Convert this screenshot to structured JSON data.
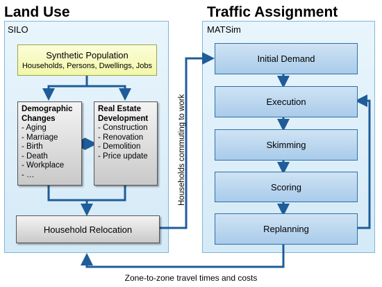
{
  "land_use": {
    "title": "Land Use",
    "panel_label": "SILO",
    "synthetic_population": {
      "title": "Synthetic Population",
      "subtitle": "Households, Persons, Dwellings, Jobs"
    },
    "demographic": {
      "head": [
        "Demographic",
        "Changes"
      ],
      "items": [
        "- Aging",
        "- Marriage",
        "- Birth",
        "- Death",
        "- Workplace",
        "- …"
      ]
    },
    "real_estate": {
      "head": [
        "Real Estate",
        "Development"
      ],
      "items": [
        "- Construction",
        "- Renovation",
        "- Demolition",
        "- Price update"
      ]
    },
    "household_relocation": "Household Relocation"
  },
  "traffic_assignment": {
    "title": "Traffic Assignment",
    "panel_label": "MATSim",
    "steps": [
      "Initial Demand",
      "Execution",
      "Skimming",
      "Scoring",
      "Replanning"
    ]
  },
  "connectors": {
    "households_commuting": "Households commuting to work",
    "zone_to_zone": "Zone-to-zone travel times and costs"
  },
  "colors": {
    "arrow": "#1f5c99",
    "panel_border": "#7fb6d9",
    "yellow_fill": "#f2f7a8",
    "grey_fill": "#c9c9c9",
    "blue_fill": "#a9cbea"
  }
}
